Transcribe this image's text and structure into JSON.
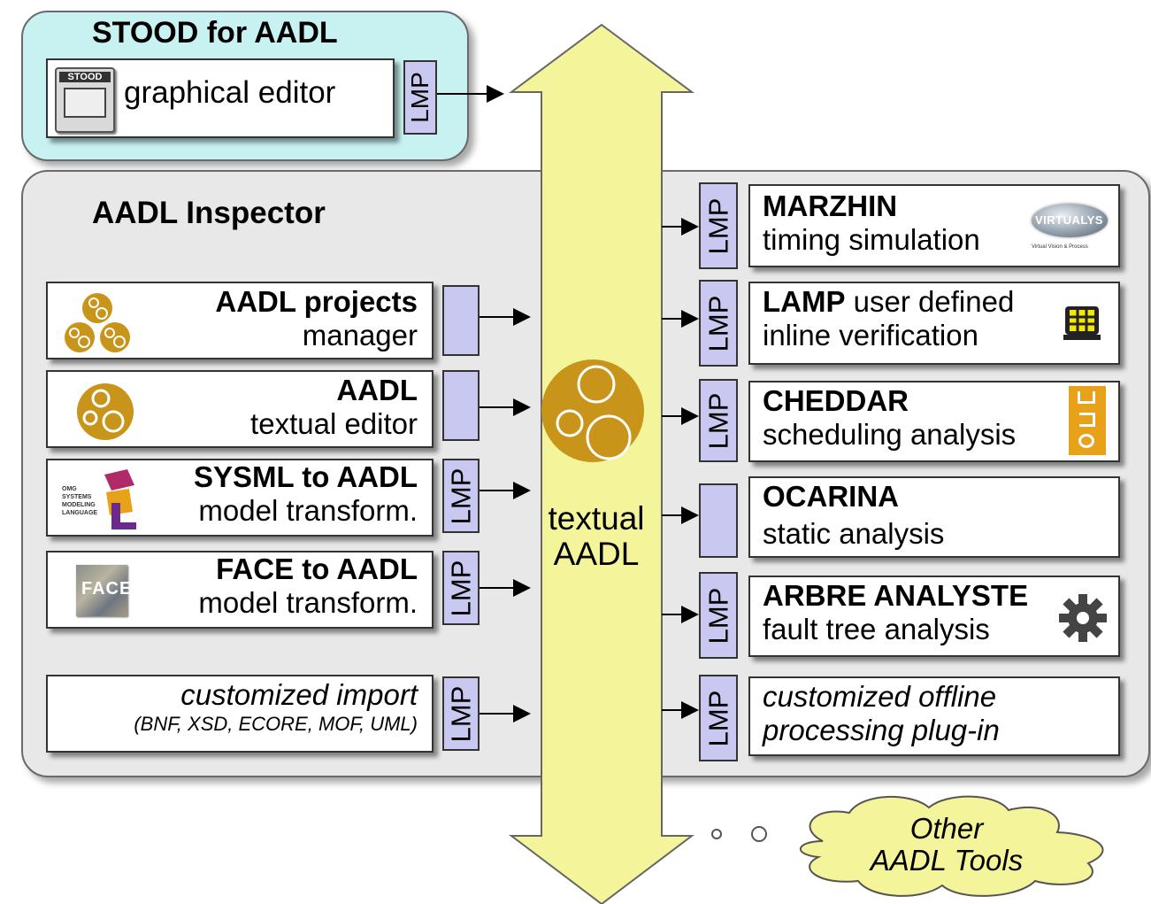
{
  "stood": {
    "title": "STOOD for AADL",
    "editor_label": "graphical editor",
    "icon_text": "STOOD",
    "lmp": "LMP"
  },
  "inspector": {
    "title": "AADL Inspector",
    "left": [
      {
        "title": "AADL projects",
        "subtitle": "manager",
        "lmp": ""
      },
      {
        "title": "AADL",
        "subtitle": "textual editor",
        "lmp": ""
      },
      {
        "title": "SYSML to AADL",
        "subtitle": "model transform.",
        "lmp": "LMP"
      },
      {
        "title": "FACE to AADL",
        "subtitle": "model transform.",
        "lmp": "LMP"
      },
      {
        "title": "customized import",
        "subtitle": "(BNF, XSD, ECORE, MOF, UML)",
        "lmp": "LMP"
      }
    ],
    "right": [
      {
        "title": "MARZHIN",
        "subtitle": "timing simulation",
        "lmp": "LMP",
        "logo": "VIRTUALYS",
        "logo_sub": "Virtual Vision & Process"
      },
      {
        "title": "LAMP",
        "title_rest": " user defined",
        "subtitle": "inline verification",
        "lmp": "LMP"
      },
      {
        "title": "CHEDDAR",
        "subtitle": "scheduling analysis",
        "lmp": "LMP"
      },
      {
        "title": "OCARINA",
        "subtitle": "static analysis",
        "lmp": ""
      },
      {
        "title": "ARBRE ANALYSTE",
        "subtitle": "fault tree analysis",
        "lmp": "LMP"
      },
      {
        "title": "customized offline",
        "subtitle": "processing plug-in",
        "lmp": "LMP"
      }
    ]
  },
  "arrow": {
    "line1": "textual",
    "line2": "AADL"
  },
  "cloud": {
    "line1": "Other",
    "line2": "AADL Tools"
  },
  "colors": {
    "stood_bg": "#c8f2f2",
    "inspector_bg": "#e8e8e8",
    "arrow_fill": "#f4f59a",
    "lmp_fill": "#c9c8f0",
    "aadl_logo": "#c8941a"
  }
}
